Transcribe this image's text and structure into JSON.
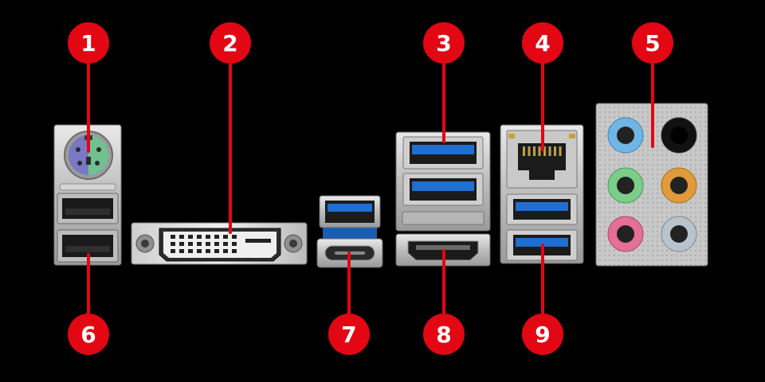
{
  "colors": {
    "background": "#000000",
    "callout_red": "#e30613",
    "usb3_blue": "#1e6fd1",
    "usb2_black": "#1a1a1a",
    "ps2_purple": "#7a78c4",
    "ps2_green": "#6fc28f",
    "audio_blue": "#6fb6e6",
    "audio_black": "#111111",
    "audio_green": "#7ccc8a",
    "audio_orange": "#e09a3a",
    "audio_pink": "#e46f97",
    "audio_grey": "#b9c3cc"
  },
  "callouts": [
    {
      "id": "1",
      "label": "1"
    },
    {
      "id": "2",
      "label": "2"
    },
    {
      "id": "3",
      "label": "3"
    },
    {
      "id": "4",
      "label": "4"
    },
    {
      "id": "5",
      "label": "5"
    },
    {
      "id": "6",
      "label": "6"
    },
    {
      "id": "7",
      "label": "7"
    },
    {
      "id": "8",
      "label": "8"
    },
    {
      "id": "9",
      "label": "9"
    }
  ]
}
